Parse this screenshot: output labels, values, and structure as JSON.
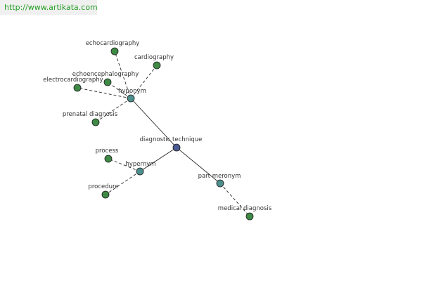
{
  "source_url": "http://www.artikata.com",
  "colors": {
    "center_node": "#4b5c95",
    "relation_node": "#4e8e8c",
    "term_node": "#3f8a46",
    "edge": "#222222",
    "node_stroke": "#1a1a1a",
    "url_text": "#239d23",
    "url_bg": "#f0f0f0"
  },
  "graph": {
    "center": "diagnostic technique",
    "relations": {
      "hyponym": "hyponym",
      "hypernym": "hypernym",
      "part_meronym": "part meronym"
    },
    "hyponyms": [
      "echocardiography",
      "cardiography",
      "echoencephalography",
      "electrocardiography",
      "prenatal diagnosis"
    ],
    "hypernyms": [
      "process",
      "procedure"
    ],
    "part_meronyms": [
      "medical diagnosis"
    ]
  }
}
